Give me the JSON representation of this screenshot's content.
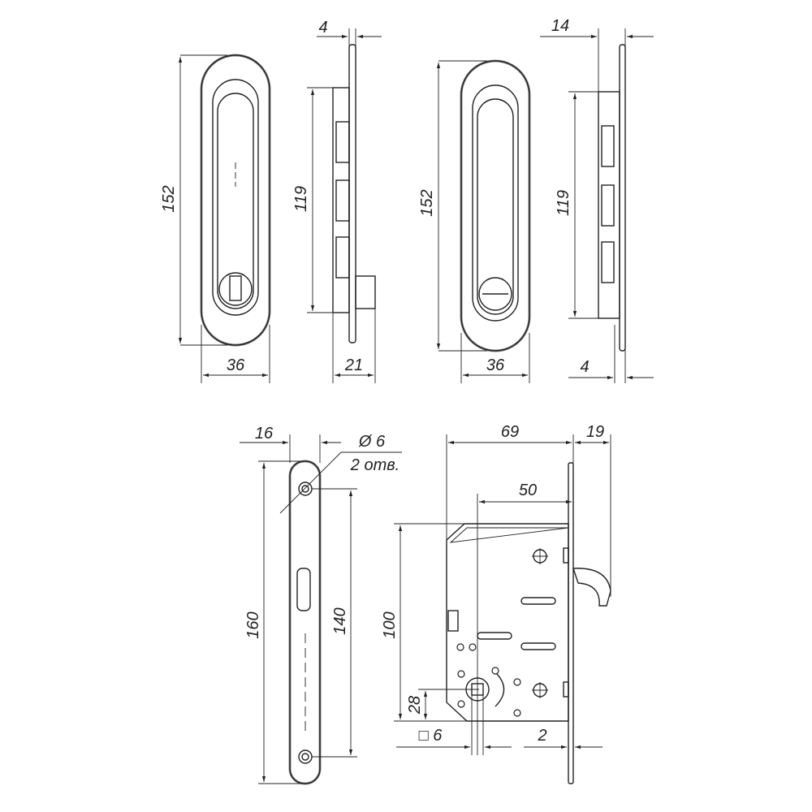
{
  "dimensions": {
    "handle1_side_plate": "4",
    "handle1_height": "152",
    "handle1_side_pitch": "119",
    "handle1_width": "36",
    "handle1_side_depth": "21",
    "handle2_side_depth": "14",
    "handle2_height": "152",
    "handle2_side_pitch": "119",
    "handle2_width": "36",
    "handle2_side_plate": "4",
    "faceplate_width": "16",
    "hole_diameter": "Ø 6",
    "hole_count": "2 отв.",
    "faceplate_length": "160",
    "hole_spacing": "140",
    "lock_depth": "69",
    "hook_projection": "19",
    "backset": "50",
    "lock_height": "100",
    "spindle_height": "28",
    "spindle_square": "□ 6",
    "faceplate_thickness": "2"
  }
}
